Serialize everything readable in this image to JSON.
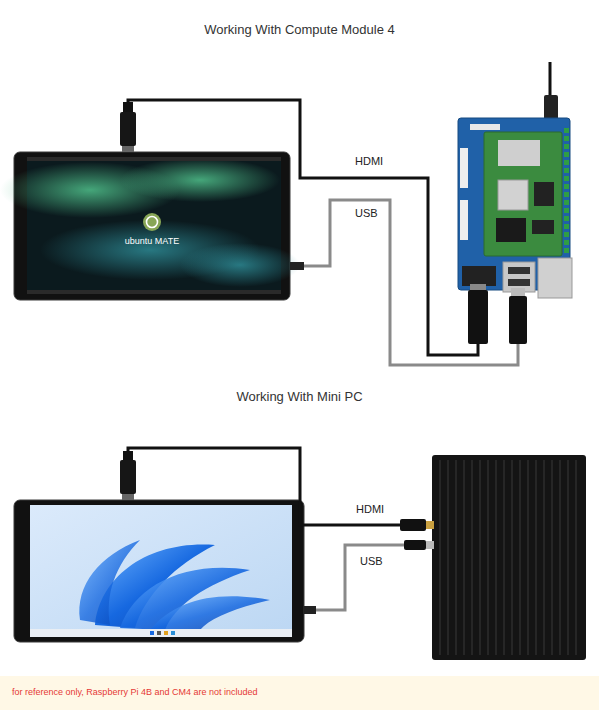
{
  "diagram": {
    "nodes": [
      {
        "text": [
          "ubuntu MATE"
        ]
      },
      {
        "text": [
          "for reference only, Raspberry Pi 4B and CM4 are not included"
        ]
      }
    ],
    "edges": [],
    "labels": [
      "Working With Compute Module 4",
      "HDMI",
      "USB",
      "Working With Mini PC",
      "HDMI",
      "USB"
    ]
  }
}
